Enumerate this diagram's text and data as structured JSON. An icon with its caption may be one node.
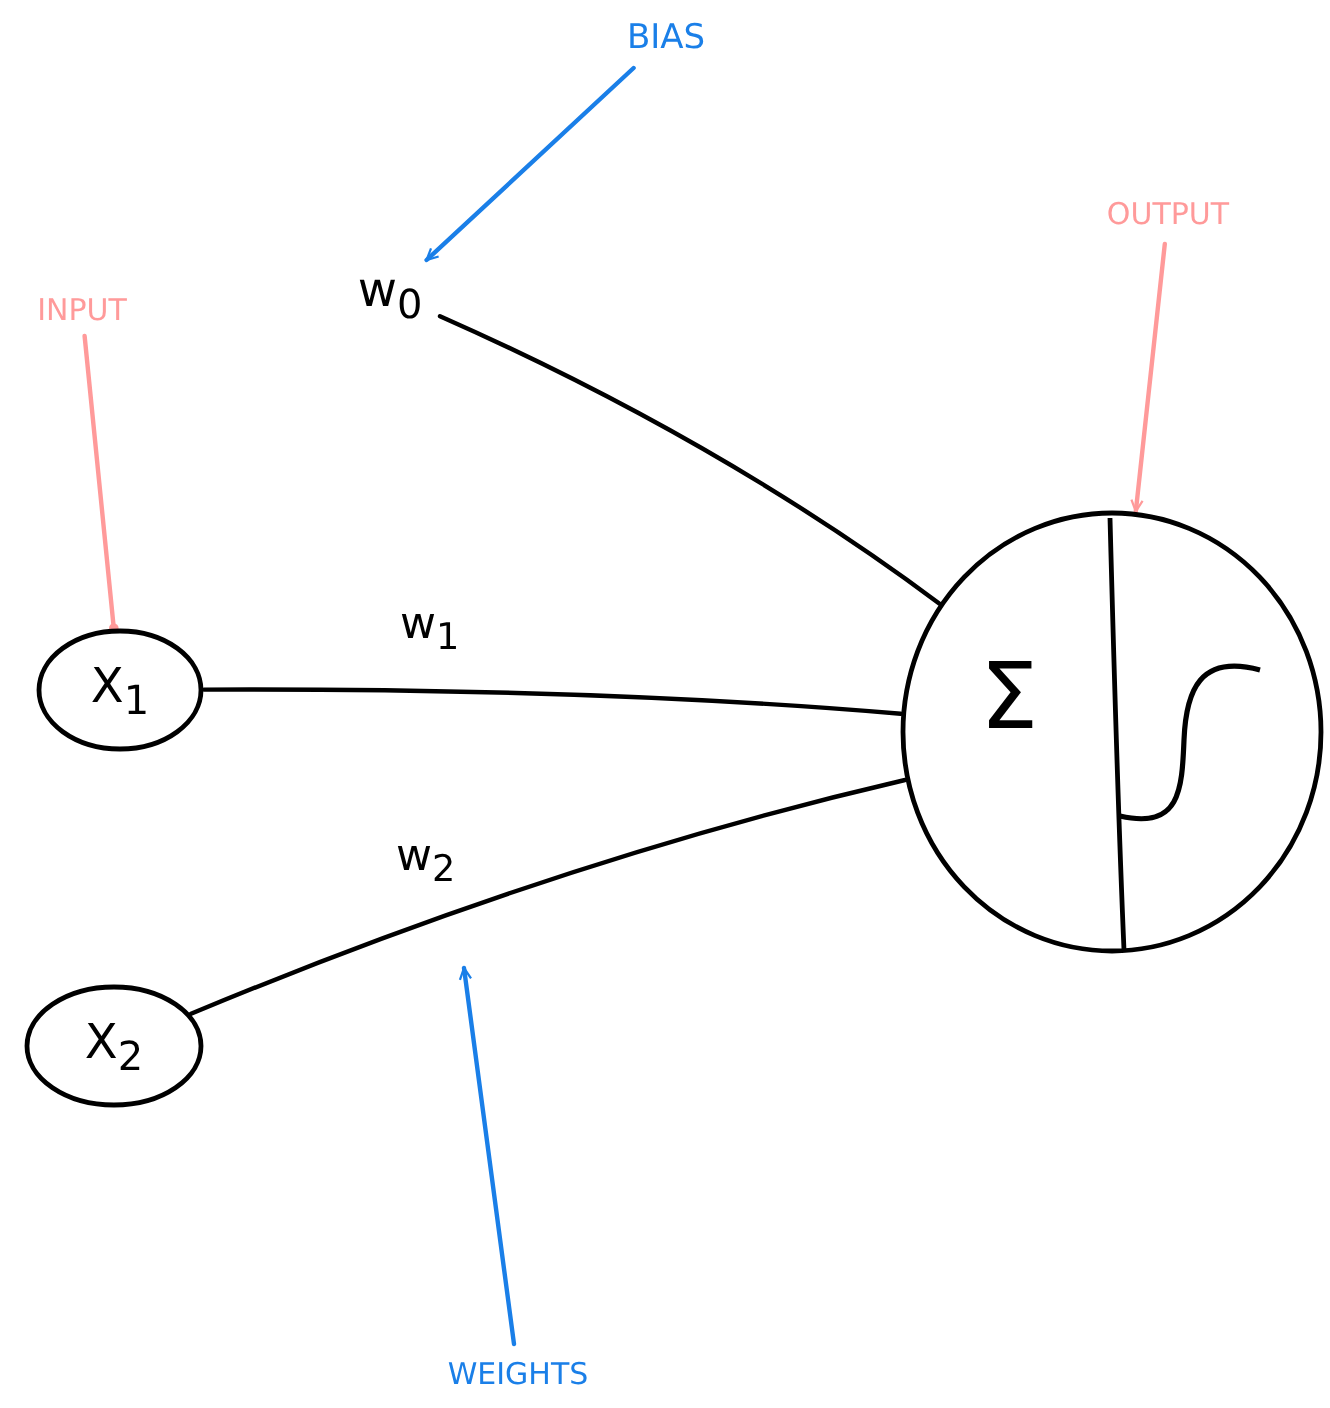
{
  "diagram": {
    "nodes": [
      {
        "text": [
          "BIAS"
        ]
      },
      {
        "text": [
          "w$_{0}$"
        ]
      },
      {
        "text": [
          "INPUT"
        ]
      },
      {
        "text": [
          "X$_{1}$"
        ]
      },
      {
        "text": [
          "X$_{2}$"
        ]
      },
      {
        "text": [
          "Σ"
        ]
      },
      {
        "text": [
          "OUTPUT"
        ]
      },
      {
        "text": [
          "WEIGHTS"
        ]
      }
    ],
    "edges": [
      {
        "from": 0,
        "to": 1,
        "arrow": "to",
        "color": "#1a7fe8"
      },
      {
        "from": 2,
        "to": 3,
        "arrow": "other",
        "color": "#ff9a9a"
      },
      {
        "from": 1,
        "to": 5,
        "arrow": "none"
      },
      {
        "from": 3,
        "to": 5,
        "arrow": "none",
        "label": "w$_{1}$"
      },
      {
        "from": 4,
        "to": 5,
        "arrow": "none",
        "label": "w$_{2}$"
      },
      {
        "from": 6,
        "to": 5,
        "arrow": "to",
        "color": "#ff9a9a"
      },
      {
        "from": 7,
        "to": null,
        "arrow": "to",
        "color": "#1a7fe8"
      }
    ]
  }
}
